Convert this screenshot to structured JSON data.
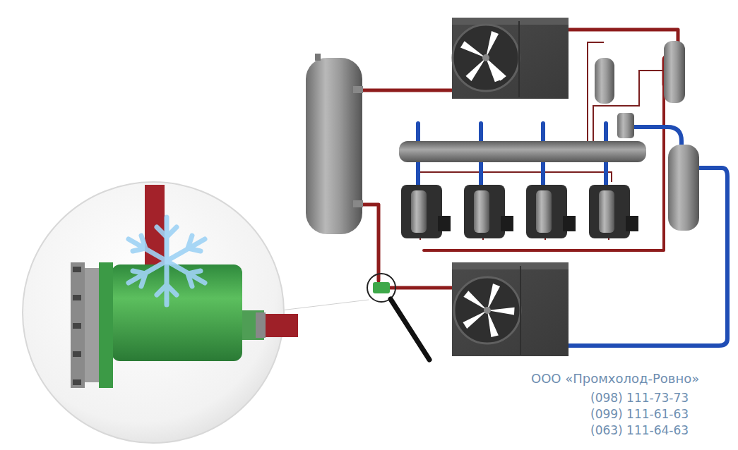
{
  "diagram": {
    "labels": [
      "ООО «Промхолод-Ровно»",
      "(098) 111-73-73",
      "(099) 111-61-63",
      "(063) 111-64-63"
    ]
  }
}
